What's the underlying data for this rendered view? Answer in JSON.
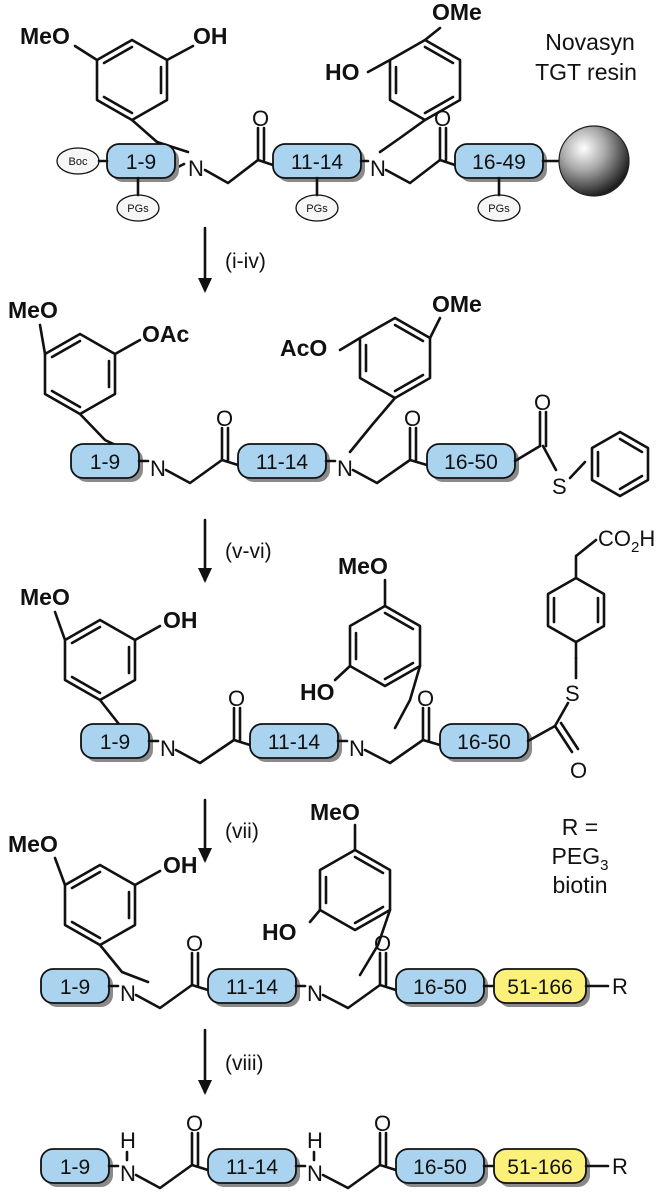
{
  "groups": {
    "meo": "MeO",
    "ome": "OMe",
    "oh": "OH",
    "ho": "HO",
    "oac": "OAc",
    "aco": "AcO"
  },
  "atoms": {
    "n": "N",
    "o": "O",
    "s": "S",
    "h": "H",
    "r": "R",
    "co2h": "CO2H"
  },
  "segments": {
    "s1": "1-9",
    "s2": "11-14",
    "s3": "16-49",
    "s3b": "16-50",
    "s4": "51-166"
  },
  "protecting": {
    "boc": "Boc",
    "pgs": "PGs"
  },
  "resin": {
    "line1": "Novasyn",
    "line2": "TGT resin"
  },
  "steps": {
    "step1": "(i-iv)",
    "step2": "(v-vi)",
    "step3": "(vii)",
    "step4": "(viii)"
  },
  "r_definition": {
    "line1": "R =",
    "line2": "PEG3",
    "line3": "biotin"
  },
  "colors": {
    "segment_blue": "#a9d3ee",
    "segment_yellow": "#fbf17a"
  }
}
